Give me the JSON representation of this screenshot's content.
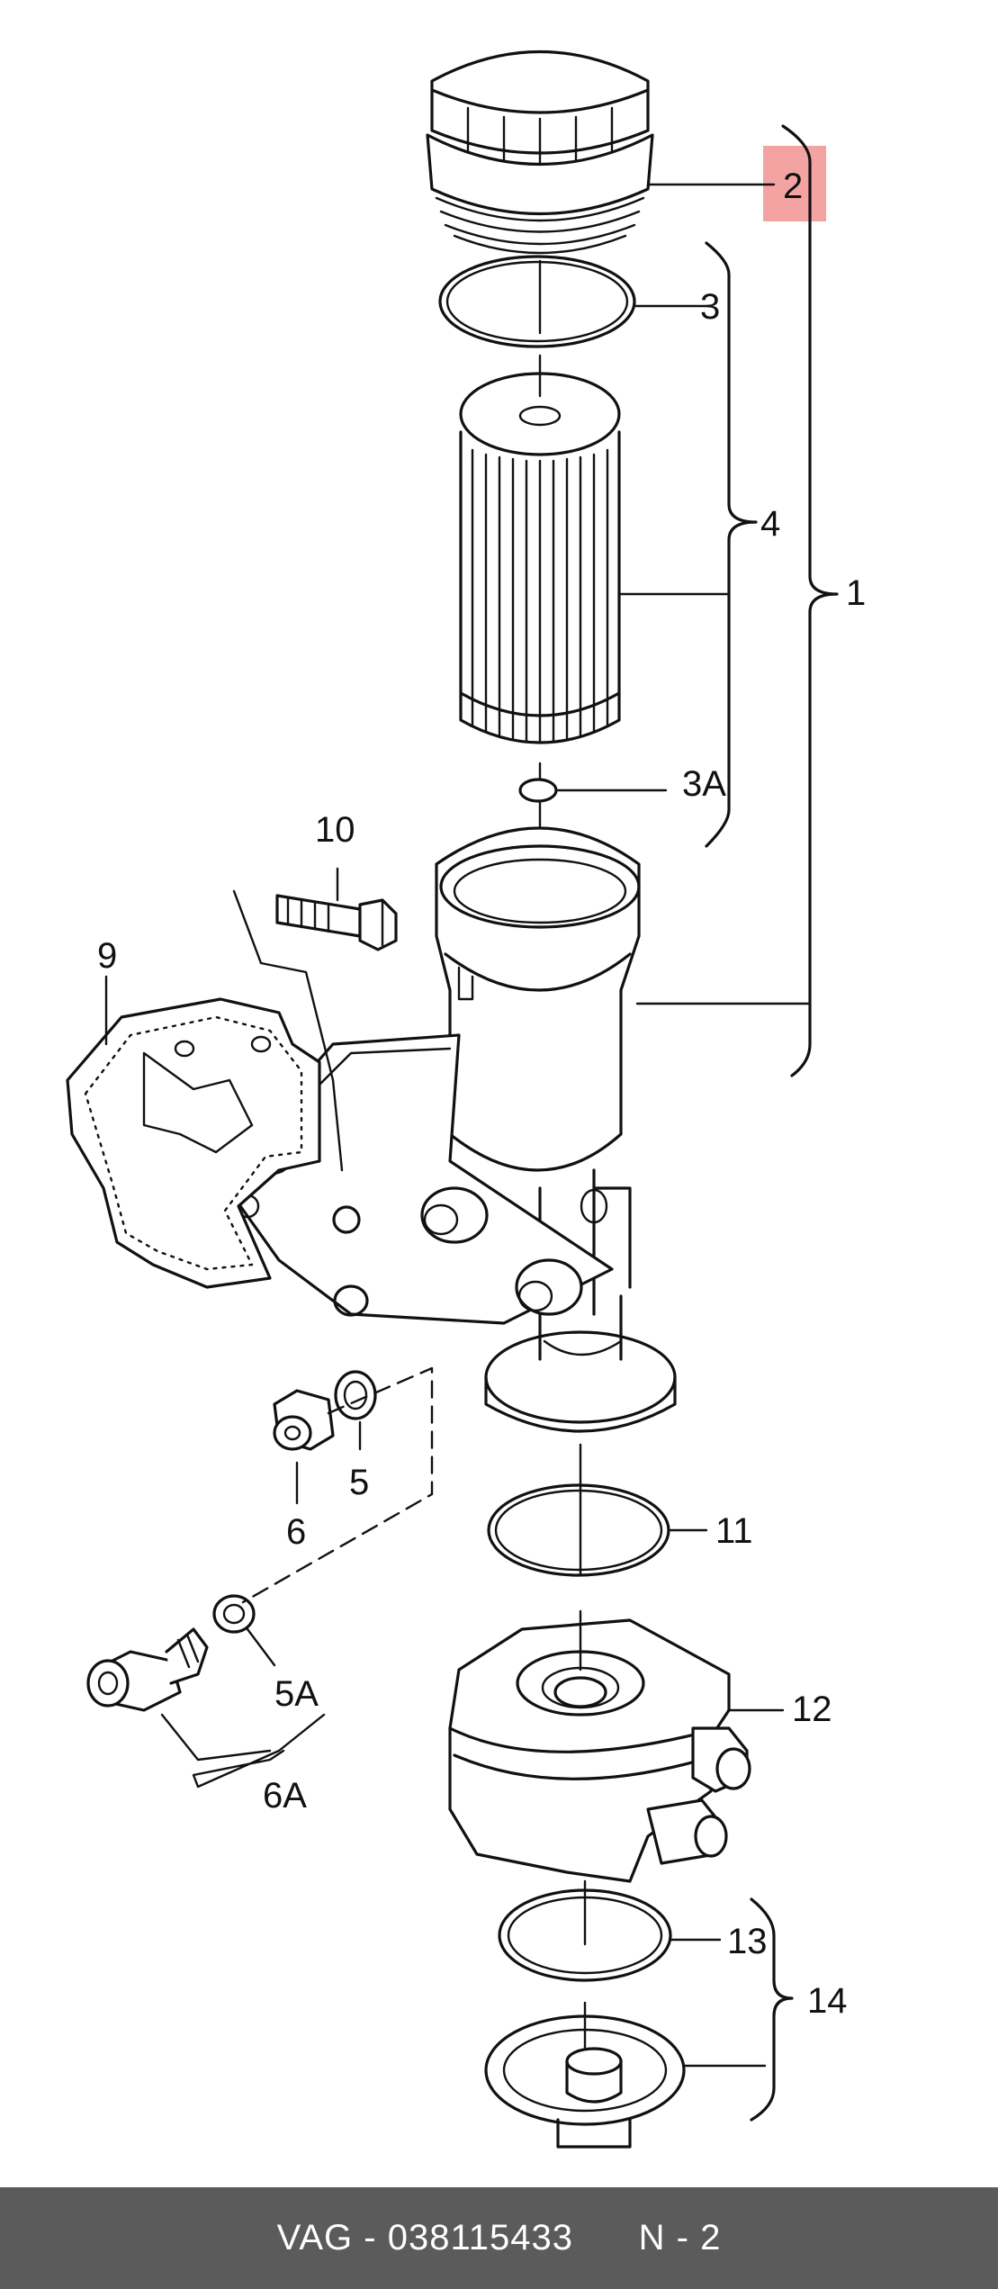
{
  "callouts": {
    "c1": "1",
    "c2": "2",
    "c3": "3",
    "c3a": "3A",
    "c4": "4",
    "c5": "5",
    "c5a": "5A",
    "c6": "6",
    "c6a": "6A",
    "c9": "9",
    "c10": "10",
    "c11": "11",
    "c12": "12",
    "c13": "13",
    "c14": "14"
  },
  "highlight_color": "#f4a3a3",
  "footer": {
    "brand": "VAG",
    "sep": " - ",
    "part_number": "038115433",
    "position": "N - 2"
  }
}
